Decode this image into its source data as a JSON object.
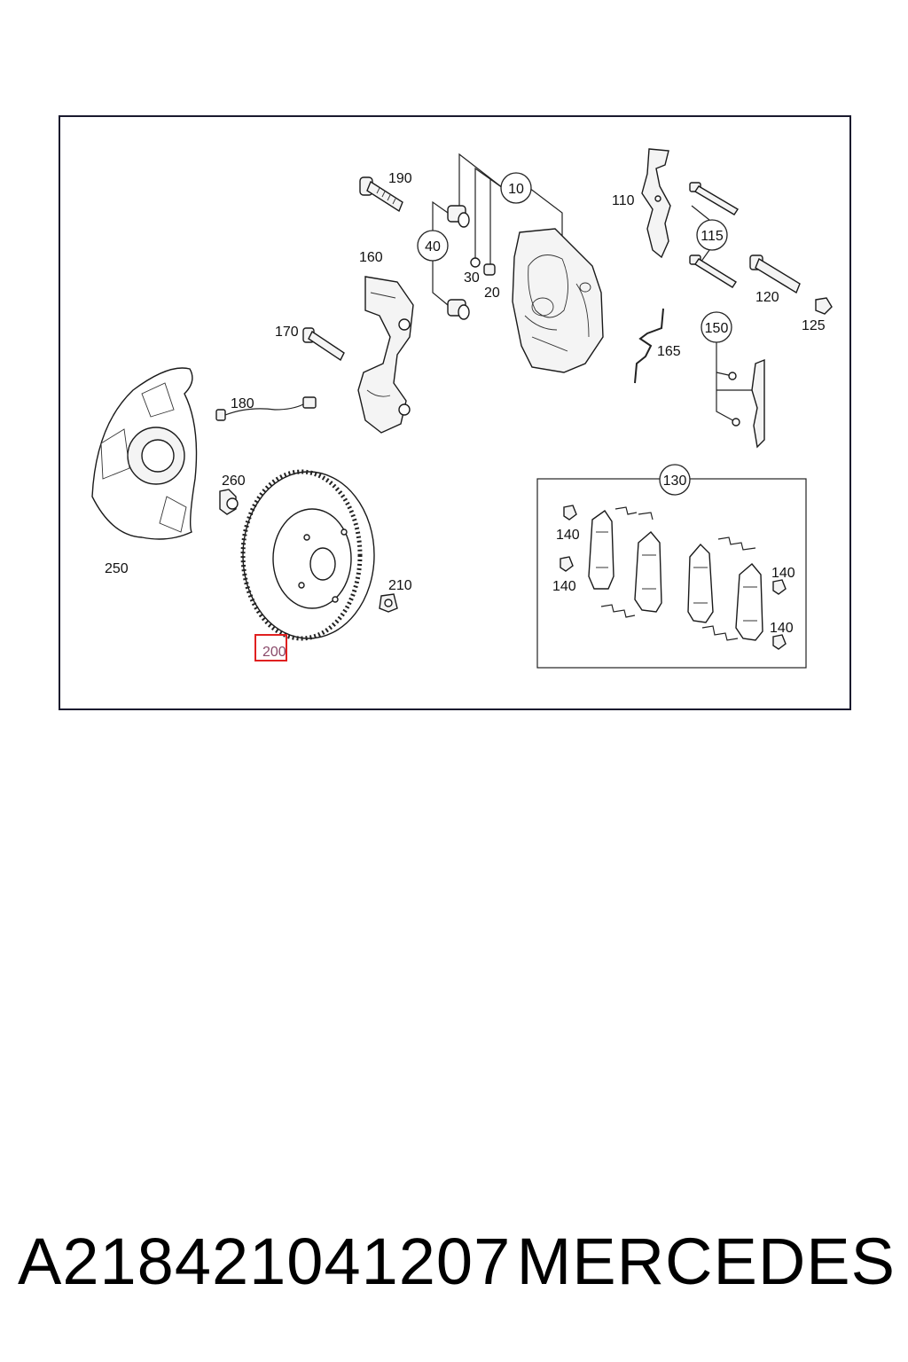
{
  "diagram": {
    "labels": {
      "l10": "10",
      "l20": "20",
      "l30": "30",
      "l40": "40",
      "l110": "110",
      "l115": "115",
      "l120": "120",
      "l125": "125",
      "l130": "130",
      "l140a": "140",
      "l140b": "140",
      "l140c": "140",
      "l140d": "140",
      "l150": "150",
      "l160": "160",
      "l165": "165",
      "l170": "170",
      "l180": "180",
      "l190": "190",
      "l200": "200",
      "l210": "210",
      "l250": "250",
      "l260": "260"
    },
    "highlight_color": "#e02020"
  },
  "footer": {
    "part_number": "A218421041207",
    "brand": "MERCEDES"
  }
}
